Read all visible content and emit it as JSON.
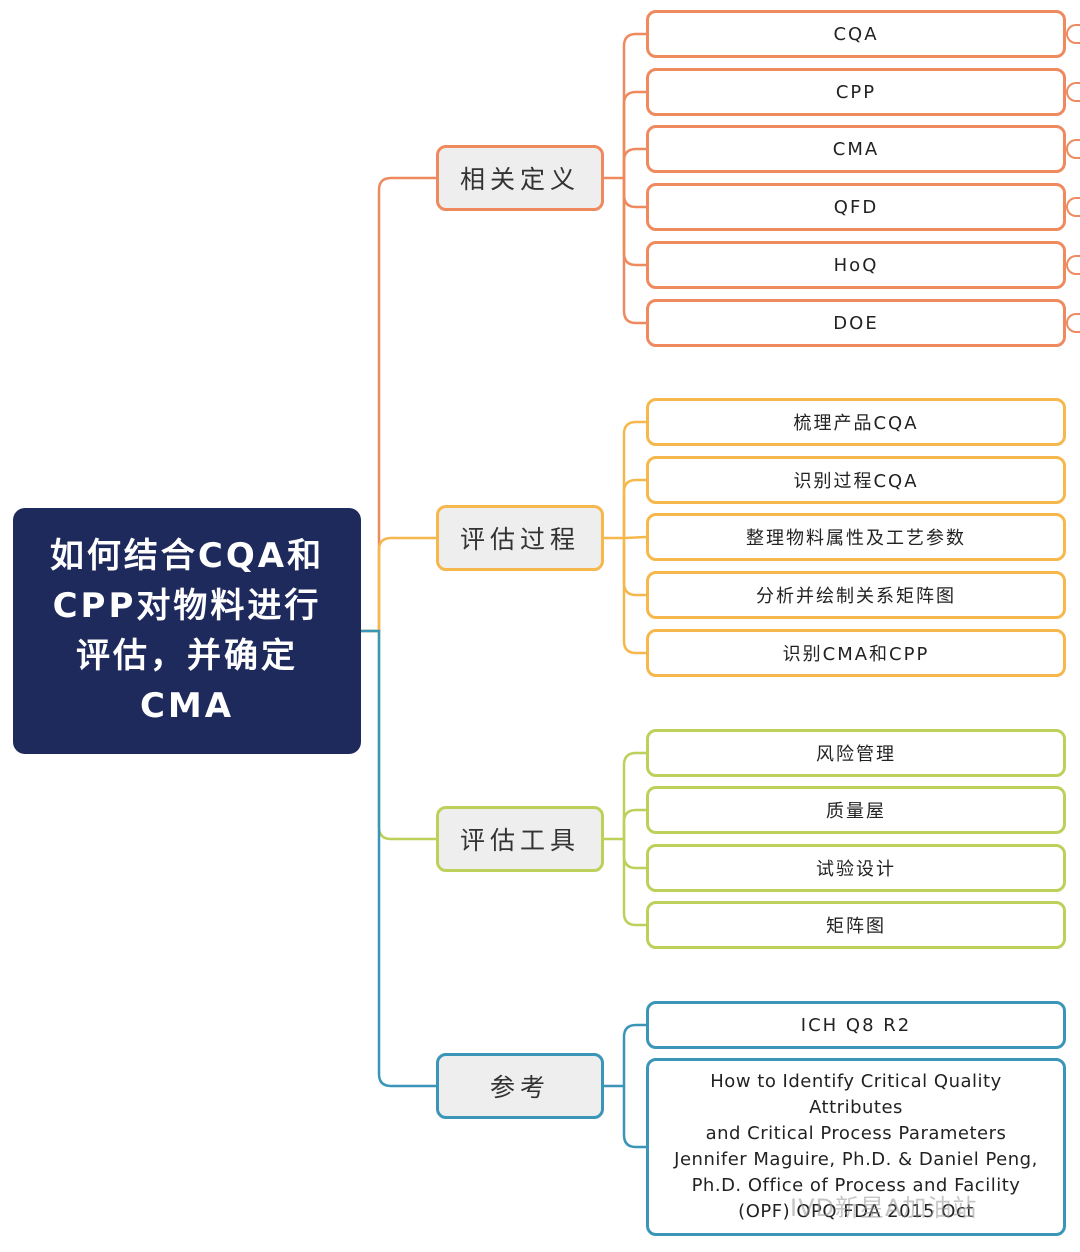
{
  "root": {
    "title": "如何结合CQA和CPP对物料进行评估，并确定CMA",
    "color": "#1e2a5c"
  },
  "branches": [
    {
      "label": "相关定义",
      "color": "#ee8a5e",
      "leaves": [
        "CQA",
        "CPP",
        "CMA",
        "QFD",
        "HoQ",
        "DOE"
      ]
    },
    {
      "label": "评估过程",
      "color": "#f6b84c",
      "leaves": [
        "梳理产品CQA",
        "识别过程CQA",
        "整理物料属性及工艺参数",
        "分析并绘制关系矩阵图",
        "识别CMA和CPP"
      ]
    },
    {
      "label": "评估工具",
      "color": "#bcd05a",
      "leaves": [
        "风险管理",
        "质量屋",
        "试验设计",
        "矩阵图"
      ]
    },
    {
      "label": "参考",
      "color": "#3a95b8",
      "leaves": [
        "ICH Q8 R2"
      ],
      "reference": {
        "lines": [
          "How to Identify Critical Quality",
          "Attributes",
          "and Critical Process Parameters",
          "Jennifer Maguire, Ph.D. & Daniel Peng,",
          "Ph.D. Office of Process and Facility",
          "(OPF) OPQ FDA 2015 Oct"
        ]
      }
    }
  ],
  "watermark": "IVD新星A加油站"
}
